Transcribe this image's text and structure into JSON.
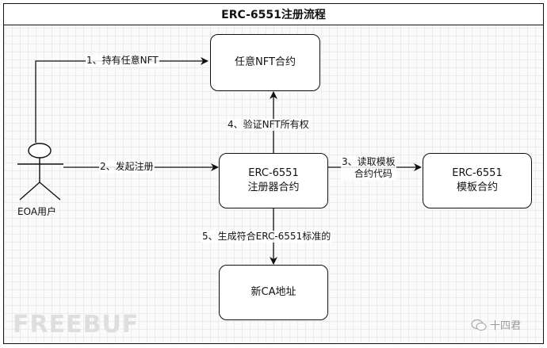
{
  "title": "ERC-6551注册流程",
  "actor": {
    "label": "EOA用户"
  },
  "boxes": {
    "nft": [
      "任意NFT合约"
    ],
    "registry": [
      "ERC-6551",
      "注册器合约"
    ],
    "template": [
      "ERC-6551",
      "模板合约"
    ],
    "new_account": [
      "新CA地址"
    ]
  },
  "edges": {
    "e1": [
      "1、持有任意NFT"
    ],
    "e2": [
      "2、发起注册"
    ],
    "e3": [
      "3、读取模板",
      "合约代码"
    ],
    "e4": [
      "4、验证NFT所有权"
    ],
    "e5": [
      "5、生成符合ERC-6551标准的"
    ]
  },
  "watermark": "FREEBUF",
  "author": "十四君"
}
